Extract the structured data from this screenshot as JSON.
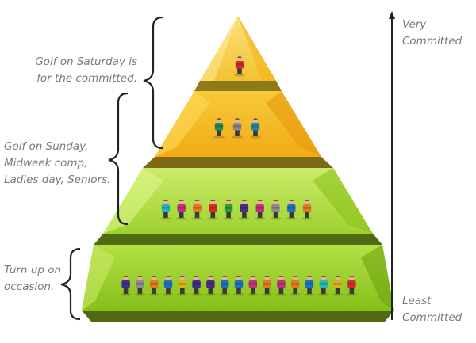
{
  "labels": {
    "very_committed": "Very\nCommitted",
    "least_committed": "Least\nCommitted",
    "golf_saturday": "Golf on Saturday is\nfor the committed.",
    "golf_sunday": "Golf on Sunday,\nMidweek comp,\nLadies day, Seniors.",
    "turn_up": "Turn up on\noccasion."
  },
  "tiers": [
    {
      "tier": "top",
      "golfers": 1,
      "shirt_colors": [
        "#d92b2b"
      ]
    },
    {
      "tier": "upper-middle",
      "golfers": 3,
      "shirt_colors": [
        "#1f8f5a",
        "#8c8c8c",
        "#1b8fa6"
      ]
    },
    {
      "tier": "lower-middle",
      "golfers": 10,
      "shirt_colors": [
        "#2ab5b5",
        "#c0307a",
        "#e07a1e",
        "#d92b2b",
        "#2e9e3a",
        "#4b2a8c",
        "#c0307a",
        "#8c8c8c",
        "#1f6fbf",
        "#e07a1e"
      ]
    },
    {
      "tier": "base",
      "golfers": 17,
      "shirt_colors": [
        "#3a2f8c",
        "#8c8c8c",
        "#e07a1e",
        "#1f6fbf",
        "#d4b21a",
        "#3a2f8c",
        "#4b2a8c",
        "#1f6fbf",
        "#1f6fbf",
        "#c0307a",
        "#e07a1e",
        "#c0307a",
        "#e07a1e",
        "#1f6fbf",
        "#2ab5b5",
        "#d4b21a",
        "#d92b2b"
      ]
    }
  ],
  "colors": {
    "tier1": "#f5c33a",
    "tier2": "#f4b823",
    "tier3": "#a6d83a",
    "tier4": "#93c924",
    "text": "#7a7a7a",
    "lines": "#222222"
  }
}
